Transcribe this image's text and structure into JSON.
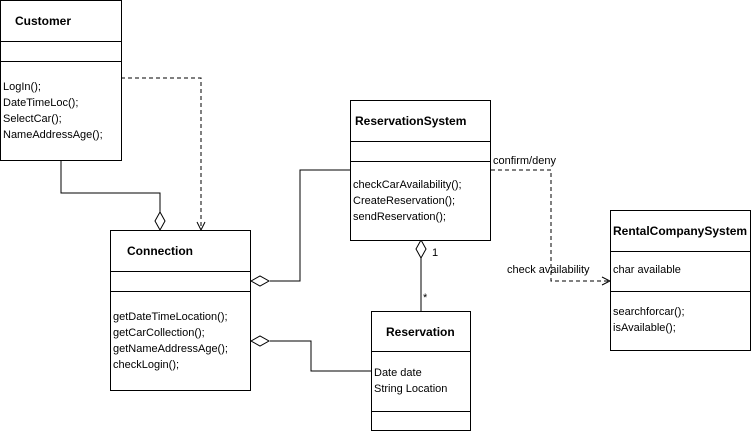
{
  "colors": {
    "stroke": "#000000",
    "background": "#ffffff"
  },
  "classes": {
    "customer": {
      "name": "Customer",
      "attributes": [],
      "operations": [
        "LogIn();",
        "DateTimeLoc();",
        "SelectCar();",
        "NameAddressAge();"
      ]
    },
    "connection": {
      "name": "Connection",
      "attributes": [],
      "operations": [
        "getDateTimeLocation();",
        "getCarCollection();",
        "getNameAddressAge();",
        "checkLogin();"
      ]
    },
    "reservation_system": {
      "name": "ReservationSystem",
      "attributes": [],
      "operations": [
        "checkCarAvailability();",
        "CreateReservation();",
        "sendReservation();"
      ]
    },
    "reservation": {
      "name": "Reservation",
      "attributes": [
        "Date date",
        "String Location"
      ],
      "operations": []
    },
    "rental_company_system": {
      "name": "RentalCompanySystem",
      "attributes": [
        "char available"
      ],
      "operations": [
        "searchforcar();",
        "isAvailable();"
      ]
    }
  },
  "relations": {
    "confirm_label": "confirm/deny",
    "check_label": "check availability",
    "multiplicity_one": "1",
    "multiplicity_many": "*"
  }
}
